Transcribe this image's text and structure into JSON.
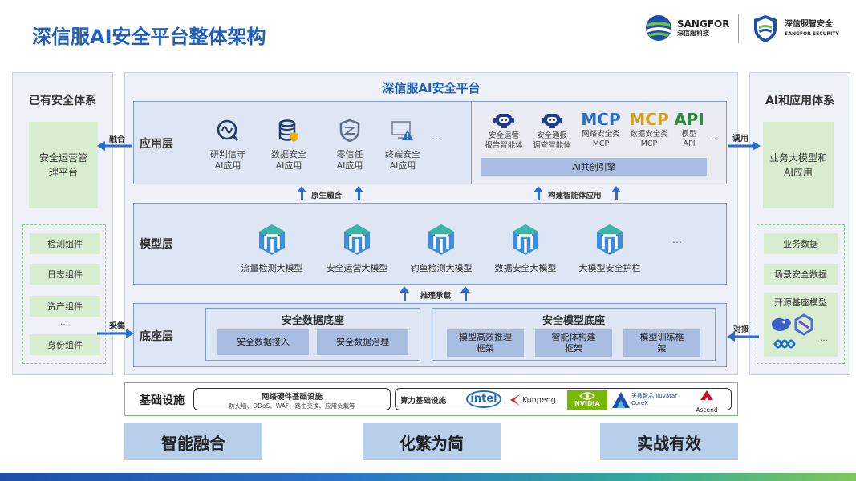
{
  "title": "深信服AI安全平台整体架构",
  "logos": {
    "sangfor_big": "SANGFOR",
    "sangfor_small": "深信服科技",
    "security_big": "深信服智安全",
    "security_small": "SANGFOR SECURITY"
  },
  "left_panel": {
    "title": "已有安全体系",
    "main_box": "安全运营管理平台",
    "components": [
      "检测组件",
      "日志组件",
      "资产组件",
      "…",
      "身份组件"
    ]
  },
  "right_panel": {
    "title": "AI和应用体系",
    "main_box": "业务大模型和AI应用",
    "data_items": [
      "业务数据",
      "场景安全数据"
    ],
    "open_source_label": "开源基座模型",
    "ellipsis": "…"
  },
  "platform": {
    "title": "深信服AI安全平台",
    "app_layer": {
      "label": "应用层",
      "apps": [
        {
          "line1": "研判信守",
          "line2": "AI应用",
          "icon": "analysis-icon"
        },
        {
          "line1": "数据安全",
          "line2": "AI应用",
          "icon": "database-shield-icon"
        },
        {
          "line1": "零信任",
          "line2": "AI应用",
          "icon": "zero-trust-icon"
        },
        {
          "line1": "终端安全",
          "line2": "AI应用",
          "icon": "endpoint-warning-icon"
        }
      ],
      "ellipsis": "…",
      "agents": [
        {
          "big": "",
          "line1": "安全运营",
          "line2": "报告智能体",
          "icon": "robot-icon"
        },
        {
          "big": "",
          "line1": "安全通报",
          "line2": "调查智能体",
          "icon": "robot-icon"
        },
        {
          "big": "MCP",
          "line1": "网络安全类",
          "line2": "MCP"
        },
        {
          "big": "MCP",
          "line1": "数据安全类",
          "line2": "MCP"
        },
        {
          "big": "API",
          "line1": "模型",
          "line2": "API"
        }
      ],
      "agent_ellipsis": "…",
      "engine": "AI共创引擎"
    },
    "model_layer": {
      "label": "模型层",
      "models": [
        "流量检测大模型",
        "安全运营大模型",
        "钓鱼检测大模型",
        "数据安全大模型",
        "大模型安全护栏"
      ],
      "ellipsis": "…"
    },
    "base_layer": {
      "label": "底座层",
      "data_base": {
        "title": "安全数据底座",
        "items": [
          "安全数据接入",
          "安全数据治理"
        ]
      },
      "model_base": {
        "title": "安全模型底座",
        "items": [
          "模型高效推理框架",
          "智能体构建框架",
          "模型训练框架"
        ]
      }
    },
    "arrows": {
      "native_fusion": "原生融合",
      "agent_app": "构建智能体应用",
      "inference": "推理承载"
    }
  },
  "connectors": {
    "fusion": "融合",
    "call": "调用",
    "collect": "采集",
    "dock": "对接"
  },
  "infra": {
    "label": "基础设施",
    "network_title": "网络硬件基础设施",
    "network_items": "防火墙、DDoS、WAF、路由交换、应用负载等",
    "compute_label": "算力基础设施",
    "vendors": [
      "intel",
      "Kunpeng",
      "NVIDIA",
      "天数智芯 Iluvatar CoreX",
      "Ascend"
    ]
  },
  "slogans": [
    "智能融合",
    "化繁为简",
    "实战有效"
  ],
  "colors": {
    "brand_blue": "#1f5fc0",
    "mcp_blue": "#1f6fd0",
    "mcp_gold": "#d4a017",
    "api_green": "#2e8b3a",
    "arrow_blue": "#2b6bd0"
  }
}
